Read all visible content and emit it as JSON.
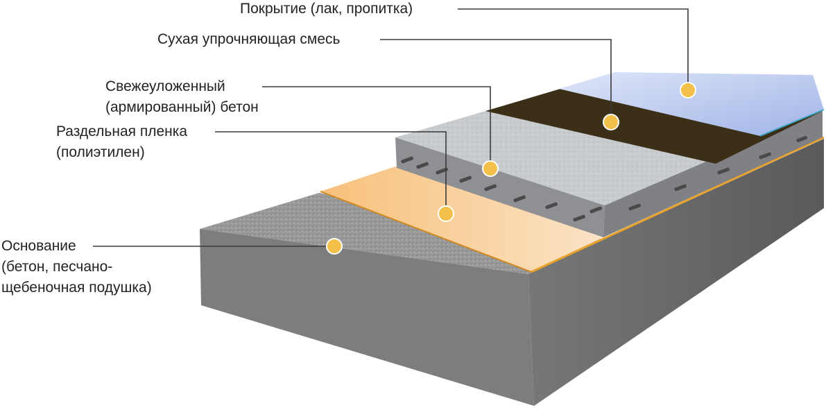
{
  "colors": {
    "leader_line": "#3a3a3a",
    "marker_fill": "#f3c14a",
    "marker_stroke": "#ffffff",
    "coating": "#b9c8ee",
    "dry_mix": "#3a2e18",
    "fresh_concrete": "#c9cccf",
    "film": "#f6c98a",
    "film_edge": "#e8a12a",
    "base_top": "#9c9c9c",
    "base_side": "#6a6a6a",
    "rebar": "#4a4a4a"
  },
  "layers": [
    {
      "id": "coating",
      "lines": [
        "Покрытие (лак, пропитка)"
      ]
    },
    {
      "id": "dry-mix",
      "lines": [
        "Сухая упрочняющая смесь"
      ]
    },
    {
      "id": "fresh-concrete",
      "lines": [
        "Свежеуложенный",
        "(армированный) бетон"
      ]
    },
    {
      "id": "film",
      "lines": [
        "Раздельная пленка",
        "(полиэтилен)"
      ]
    },
    {
      "id": "base",
      "lines": [
        "Основание",
        "(бетон, песчано-",
        "щебеночная подушка)"
      ]
    }
  ]
}
